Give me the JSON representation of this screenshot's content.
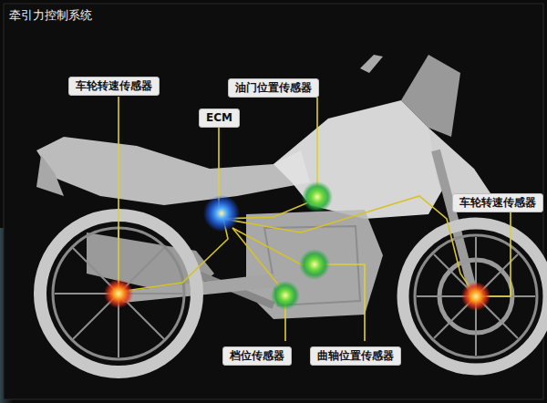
{
  "diagram": {
    "title": "牵引力控制系统",
    "nodes": [
      {
        "text": [
          "车轮转速传感器"
        ]
      },
      {
        "text": [
          "油门位置传感器"
        ]
      },
      {
        "text": [
          "ECM"
        ]
      },
      {
        "text": [
          "车轮转速传感器"
        ]
      },
      {
        "text": [
          "档位传感器"
        ]
      },
      {
        "text": [
          "曲轴位置传感器"
        ]
      }
    ]
  }
}
